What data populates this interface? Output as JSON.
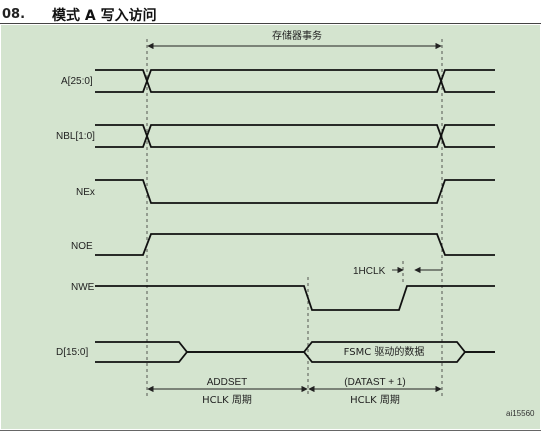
{
  "figure": {
    "number": "08.",
    "title": "模式 A 写入访问"
  },
  "signals": [
    {
      "name": "A[25:0]"
    },
    {
      "name": "NBL[1:0]"
    },
    {
      "name": "NEx"
    },
    {
      "name": "NOE"
    },
    {
      "name": "NWE"
    },
    {
      "name": "D[15:0]"
    }
  ],
  "annotations": {
    "memory_transaction": "存储器事务",
    "one_hclk": "1HCLK",
    "data_driven": "FSMC 驱动的数据",
    "addset": "ADDSET",
    "addset_unit": "HCLK 周期",
    "datast": "(DATAST + 1)",
    "datast_unit": "HCLK 周期",
    "figure_code": "ai15560"
  },
  "colors": {
    "panel_bg": "#d4e4cf",
    "signal": "#111111",
    "guide": "#333333"
  }
}
